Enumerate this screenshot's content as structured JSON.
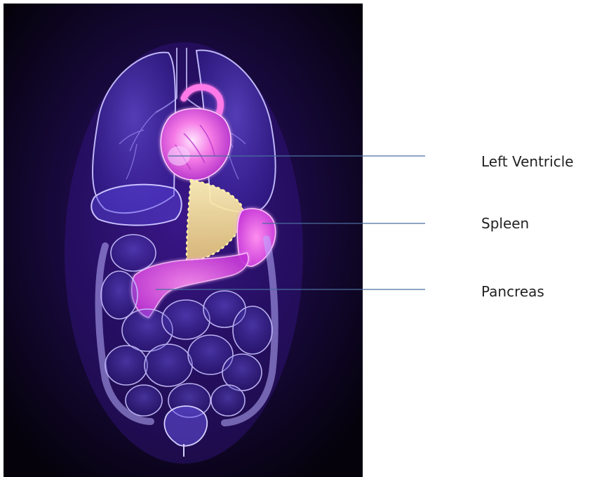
{
  "figure": {
    "illustration": "anatomical-torso-organs",
    "colors": {
      "background_dark": "#0a0418",
      "organ_glow": "#5a3bd8",
      "organ_outline": "#c9c2ff",
      "heart_pink": "#f06be0",
      "highlight_yellow": "#f7e07a",
      "leader_line": "#4a6e9e"
    },
    "labels": [
      {
        "id": "left-ventricle",
        "text": "Left Ventricle"
      },
      {
        "id": "spleen",
        "text": "Spleen"
      },
      {
        "id": "pancreas",
        "text": "Pancreas"
      }
    ]
  }
}
